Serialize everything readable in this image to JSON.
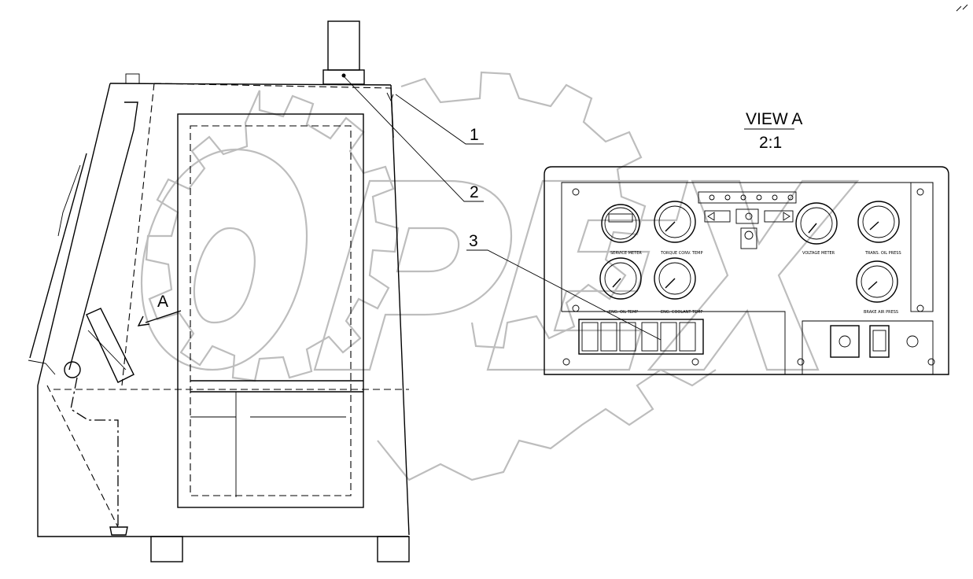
{
  "view": {
    "title": "VIEW A",
    "scale": "2:1"
  },
  "callouts": {
    "c1": "1",
    "c2": "2",
    "c3": "3",
    "section_a": "A"
  },
  "gauges": {
    "service_meter": "SERVICE METER",
    "torque_conv_temp": "TORQUE CONV. TEMP",
    "eng_oil_temp": "ENG. OIL TEMP",
    "eng_coolant_temp": "ENG. COOLANT TEMP",
    "voltage_meter": "VOLTAGE METER",
    "trans_oil_press": "TRANS. OIL PRESS",
    "brake_air_press": "BRAKE AIR PRESS"
  },
  "watermark": "OPEX"
}
